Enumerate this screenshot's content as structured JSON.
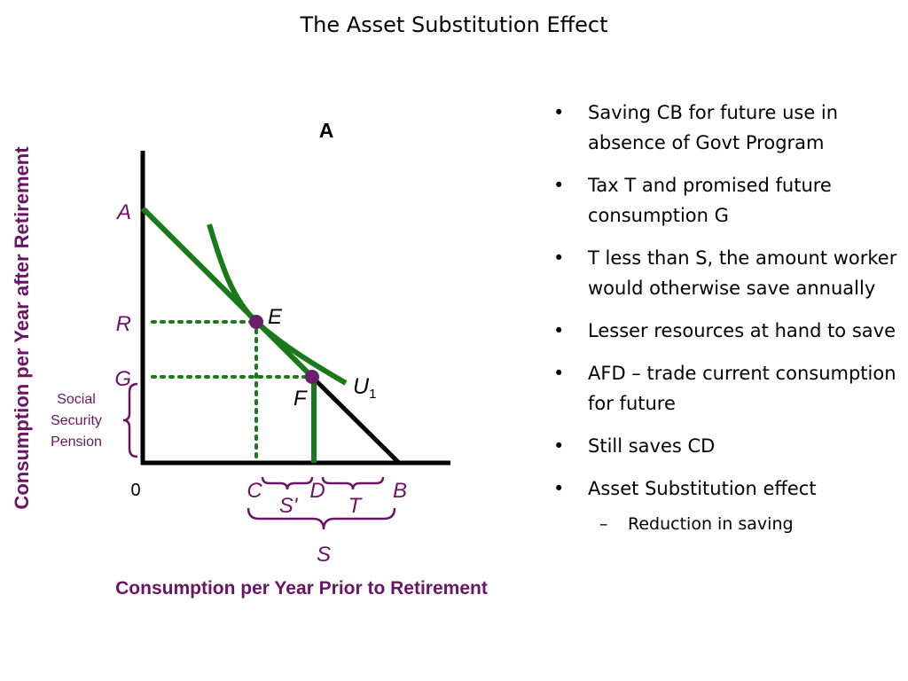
{
  "slide": {
    "title": "The Asset Substitution Effect"
  },
  "diagram": {
    "panel_label": "A",
    "y_axis_label": "Consumption per Year after Retirement",
    "x_axis_label": "Consumption per Year Prior to Retirement",
    "origin_label": "0",
    "points": {
      "A": "A",
      "R": "R",
      "G": "G",
      "E": "E",
      "F": "F"
    },
    "x_points": {
      "C": "C",
      "D": "D",
      "B": "B"
    },
    "curve_label": {
      "base": "U",
      "subscript": "1"
    },
    "brace_labels": {
      "s_prime": "S'",
      "t": "T",
      "s": "S"
    },
    "social_security_label": [
      "Social",
      "Security",
      "Pension"
    ],
    "colors": {
      "line": "#1a7a1a",
      "dot": "#6b1f6b",
      "axis_text": "#6b1466",
      "dotted": "#1a7a1a"
    }
  },
  "bullets": [
    "Saving CB for future use in absence of Govt Program",
    "Tax T and promised future consumption G",
    "T less than S, the amount worker would otherwise save annually",
    "Lesser resources at hand to save",
    "AFD – trade current consumption for future",
    "Still saves CD",
    "Asset Substitution effect"
  ],
  "sub_bullets": [
    "Reduction in saving"
  ]
}
